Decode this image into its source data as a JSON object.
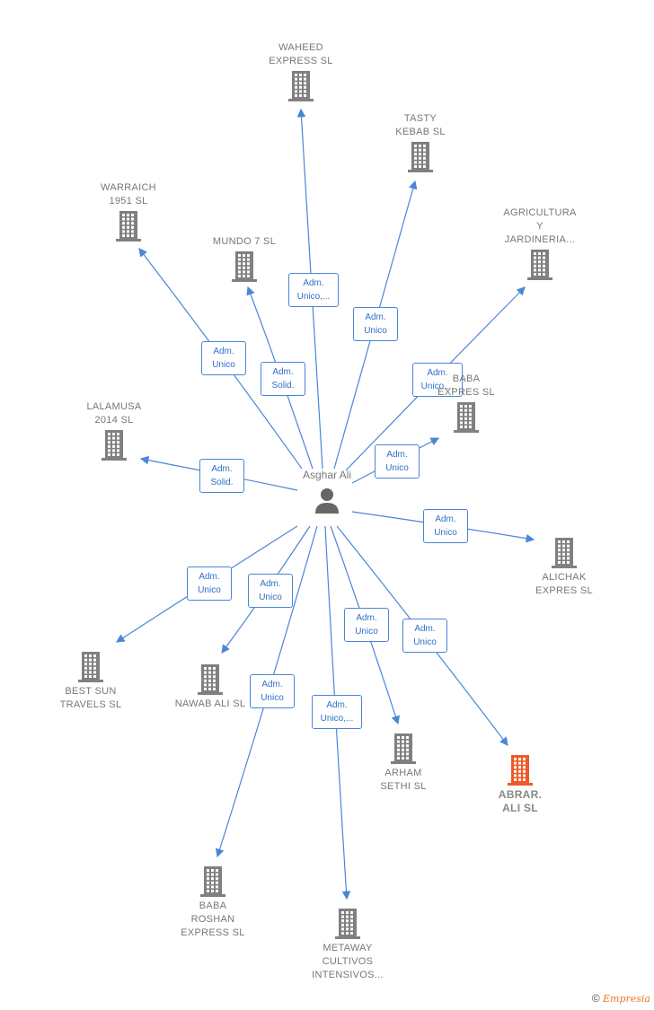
{
  "center": {
    "name": "Asghar Ali",
    "icon": "person-icon"
  },
  "colors": {
    "edge": "#4a86d6",
    "building": "#808080",
    "building_focus": "#f05a28",
    "role_text": "#2f6fc9"
  },
  "nodes": [
    {
      "id": "waheed",
      "label": "WAHEED\nEXPRESS  SL",
      "role": "Adm.\nUnico,..."
    },
    {
      "id": "tasty",
      "label": "TASTY\nKEBAB  SL",
      "role": "Adm.\nUnico"
    },
    {
      "id": "warraich",
      "label": "WARRAICH\n1951  SL",
      "role": "Adm.\nUnico"
    },
    {
      "id": "mundo7",
      "label": "MUNDO 7  SL",
      "role": "Adm.\nSolid."
    },
    {
      "id": "agricultura",
      "label": "AGRICULTURA\nY\nJARDINERIA...",
      "role": "Adm.\nUnico,..."
    },
    {
      "id": "baba_expres",
      "label": "BABA\nEXPRES SL",
      "role": "Adm.\nUnico"
    },
    {
      "id": "lalamusa",
      "label": "LALAMUSA\n2014  SL",
      "role": "Adm.\nSolid."
    },
    {
      "id": "alichak",
      "label": "ALICHAK\nEXPRES  SL",
      "role": "Adm.\nUnico"
    },
    {
      "id": "bestsun",
      "label": "BEST SUN\nTRAVELS SL",
      "role": "Adm.\nUnico"
    },
    {
      "id": "nawab",
      "label": "NAWAB ALI  SL",
      "role": "Adm.\nUnico"
    },
    {
      "id": "arham",
      "label": "ARHAM\nSETHI  SL",
      "role": "Adm.\nUnico"
    },
    {
      "id": "abrar",
      "label": "ABRAR.\nALI  SL",
      "role": "Adm.\nUnico",
      "focus": true
    },
    {
      "id": "roshan",
      "label": "BABA\nROSHAN\nEXPRESS  SL",
      "role": "Adm.\nUnico"
    },
    {
      "id": "metaway",
      "label": "METAWAY\nCULTIVOS\nINTENSIVOS...",
      "role": "Adm.\nUnico,..."
    }
  ],
  "footer": {
    "copyright": "©",
    "brand": "Empresia"
  }
}
